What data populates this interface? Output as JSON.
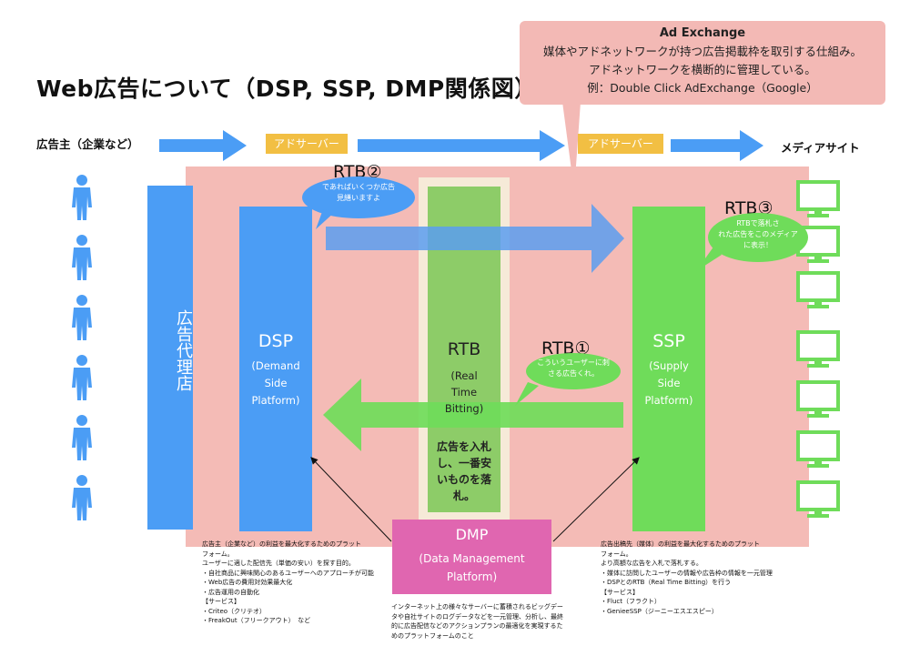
{
  "title": "Web広告について（DSP, SSP, DMP関係図）",
  "ad_exchange": {
    "title": "Ad Exchange",
    "line1": "媒体やアドネットワークが持つ広告掲載枠を取引する仕組み。",
    "line2": "アドネットワークを横断的に管理している。",
    "line3": "例：Double Click AdExchange（Google）"
  },
  "top_flow": {
    "advertiser": "広告主（企業など）",
    "adserver1": "アドサーバー",
    "adserver2": "アドサーバー",
    "media": "メディアサイト"
  },
  "agency": "広告代理店",
  "dsp": {
    "name": "DSP",
    "l1": "(Demand",
    "l2": "Side",
    "l3": "Platform)"
  },
  "rtb": {
    "name": "RTB",
    "l1": "(Real",
    "l2": "Time",
    "l3": "Bitting)",
    "desc1": "広告を入札",
    "desc2": "し、一番安",
    "desc3": "いものを落",
    "desc4": "札。"
  },
  "ssp": {
    "name": "SSP",
    "l1": "(Supply",
    "l2": "Side",
    "l3": "Platform)"
  },
  "dmp": {
    "name": "DMP",
    "l1": "(Data Management",
    "l2": "Platform)"
  },
  "rtb1": {
    "label": "RTB①",
    "b1": "こういうユーザーに刺",
    "b2": "さる広告くれ。"
  },
  "rtb2": {
    "label": "RTB②",
    "b1": "であればいくつか広告",
    "b2": "見繕いますよ"
  },
  "rtb3": {
    "label": "RTB③",
    "b1": "RTBで落札さ",
    "b2": "れた広告をこのメディア",
    "b3": "に表示！"
  },
  "dsp_notes": [
    "広告主（企業など）の利益を最大化するためのプラット",
    "フォーム。",
    "ユーザーに適した配信先（単価の安い）を探す目的。",
    "・自社商品に興味関心のあるユーザーへのアプローチが可能",
    "・Web広告の費用対効果最大化",
    "・広告運用の自動化",
    "【サービス】",
    "・Criteo（クリテオ）",
    "・FreakOut（フリークアウト）　など"
  ],
  "ssp_notes": [
    "広告出稿先（媒体）の利益を最大化するためのプラット",
    "フォーム。",
    "より高額な広告を入札で落札する。",
    "・媒体に訪問したユーザーの情報や広告枠の情報を一元管理",
    "・DSPとのRTB（Real Time Bitting）を行う",
    "【サービス】",
    "・Fluct（フラクト）",
    "・GenieeSSP（ジーニーエスエスピー）"
  ],
  "dmp_notes": [
    "インターネット上の様々なサーバーに蓄積されるビッグデー",
    "タや自社サイトのログデータなどを一元管理、分析し、最終",
    "的に広告配信などのアクションプランの最適化を実現するた",
    "めのプラットフォームのこと"
  ],
  "colors": {
    "blue": "#4b9df5",
    "green": "#6fdc5a",
    "pink_bg": "#f4bbb6",
    "dmp": "#e066b0",
    "yellow": "#f2bf43"
  }
}
